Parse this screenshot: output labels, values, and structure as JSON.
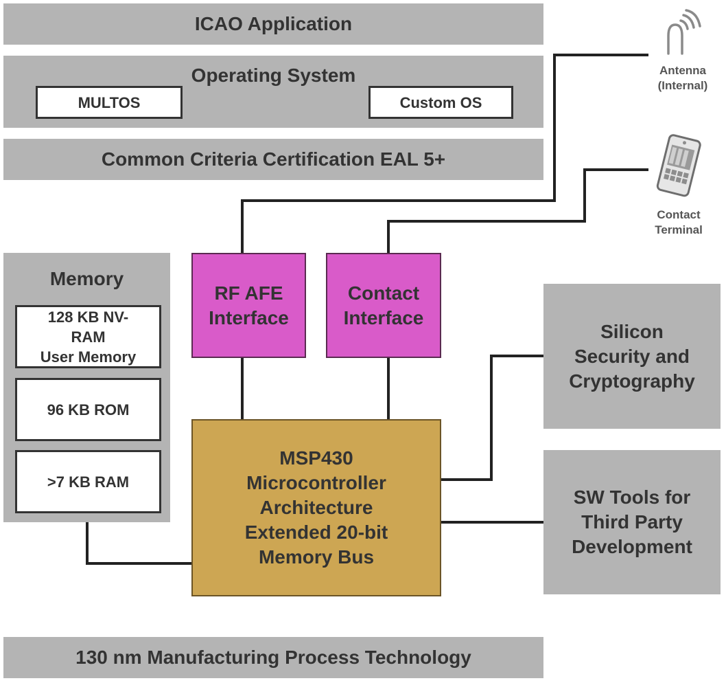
{
  "layers": {
    "application": "ICAO Application",
    "os": {
      "title": "Operating System",
      "options": [
        "MULTOS",
        "Custom OS"
      ]
    },
    "certification": "Common Criteria Certification EAL 5+",
    "process": "130 nm Manufacturing Process Technology"
  },
  "memory": {
    "title": "Memory",
    "items": [
      {
        "lines": [
          "128 KB NV-",
          "RAM",
          "User Memory"
        ]
      },
      {
        "lines": [
          "96 KB ROM"
        ]
      },
      {
        "lines": [
          ">7 KB RAM"
        ]
      }
    ]
  },
  "interfaces": {
    "rf": [
      "RF AFE",
      "Interface"
    ],
    "contact": [
      "Contact",
      "Interface"
    ]
  },
  "cpu": [
    "MSP430",
    "Microcontroller",
    "Architecture",
    "Extended 20-bit",
    "Memory Bus"
  ],
  "side_blocks": {
    "security": [
      "Silicon",
      "Security and",
      "Cryptography"
    ],
    "tools": [
      "SW Tools for",
      "Third Party",
      "Development"
    ]
  },
  "external": {
    "antenna": [
      "Antenna",
      "(Internal)"
    ],
    "terminal": [
      "Contact",
      "Terminal"
    ]
  },
  "colors": {
    "layer_gray": "#b4b4b4",
    "interface_magenta": "#d95bc9",
    "cpu_gold": "#cda653",
    "wire": "#222222",
    "text": "#333333"
  }
}
